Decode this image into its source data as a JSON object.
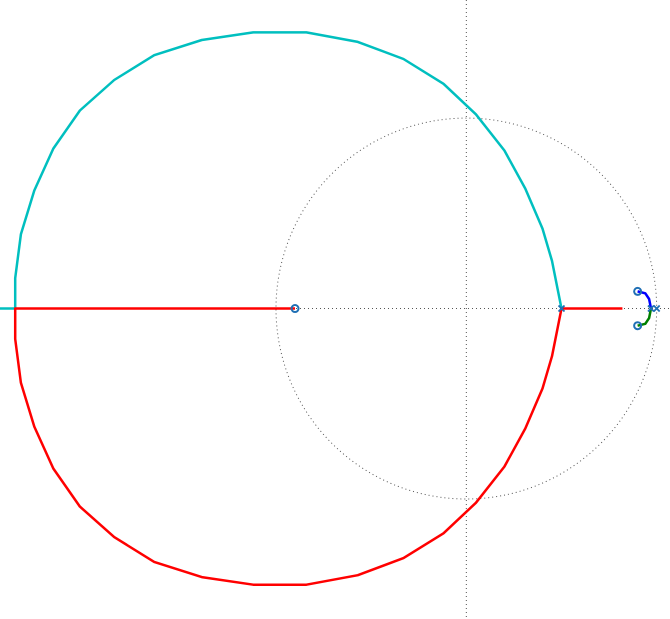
{
  "chart_data": {
    "type": "scatter",
    "title": "",
    "xlabel": "",
    "ylabel": "",
    "grid": true,
    "xlim": [
      -2.45,
      1.07
    ],
    "ylim": [
      -1.63,
      1.62
    ],
    "unit_circle": {
      "center": [
        0,
        0
      ],
      "radius": 1
    },
    "poles": [
      {
        "x": 0.5,
        "y": 0
      },
      {
        "x": 1.0,
        "y": 0
      },
      {
        "x": 0.97,
        "y": 0
      }
    ],
    "zeros": [
      {
        "x": -0.9,
        "y": 0
      },
      {
        "x": 0.9,
        "y": 0.09
      },
      {
        "x": 0.9,
        "y": -0.09
      }
    ],
    "series": [
      {
        "color": "#00bfbf",
        "points": [
          [
            0.5,
            0
          ],
          [
            0.48,
            0.1
          ],
          [
            0.45,
            0.25
          ],
          [
            0.4,
            0.42
          ],
          [
            0.31,
            0.63
          ],
          [
            0.2,
            0.83
          ],
          [
            0.05,
            1.02
          ],
          [
            -0.12,
            1.18
          ],
          [
            -0.33,
            1.31
          ],
          [
            -0.57,
            1.4
          ],
          [
            -0.84,
            1.45
          ],
          [
            -1.12,
            1.45
          ],
          [
            -1.39,
            1.41
          ],
          [
            -1.64,
            1.33
          ],
          [
            -1.85,
            1.2
          ],
          [
            -2.03,
            1.04
          ],
          [
            -2.17,
            0.84
          ],
          [
            -2.27,
            0.62
          ],
          [
            -2.34,
            0.39
          ],
          [
            -2.37,
            0.16
          ],
          [
            -2.37,
            0.0
          ],
          [
            -2.45,
            0.0
          ]
        ]
      },
      {
        "color": "#ff0000",
        "points": [
          [
            -0.9,
            0
          ],
          [
            -2.37,
            0.0
          ],
          [
            -2.37,
            -0.16
          ],
          [
            -2.34,
            -0.39
          ],
          [
            -2.27,
            -0.62
          ],
          [
            -2.17,
            -0.84
          ],
          [
            -2.03,
            -1.04
          ],
          [
            -1.85,
            -1.2
          ],
          [
            -1.64,
            -1.33
          ],
          [
            -1.39,
            -1.41
          ],
          [
            -1.12,
            -1.45
          ],
          [
            -0.84,
            -1.45
          ],
          [
            -0.57,
            -1.4
          ],
          [
            -0.33,
            -1.31
          ],
          [
            -0.12,
            -1.18
          ],
          [
            0.05,
            -1.02
          ],
          [
            0.2,
            -0.83
          ],
          [
            0.31,
            -0.63
          ],
          [
            0.4,
            -0.42
          ],
          [
            0.45,
            -0.25
          ],
          [
            0.48,
            -0.1
          ],
          [
            0.5,
            0
          ],
          [
            0.82,
            0
          ]
        ]
      },
      {
        "color": "#0000ff",
        "points": [
          [
            0.97,
            0
          ],
          [
            0.96,
            0.05
          ],
          [
            0.94,
            0.08
          ],
          [
            0.9,
            0.09
          ]
        ]
      },
      {
        "color": "#008000",
        "points": [
          [
            0.97,
            0
          ],
          [
            0.96,
            -0.05
          ],
          [
            0.94,
            -0.08
          ],
          [
            0.9,
            -0.09
          ]
        ]
      }
    ],
    "colors": {
      "marker": "#1f6fb4",
      "grid": "#555555",
      "circle": "#555555"
    }
  }
}
